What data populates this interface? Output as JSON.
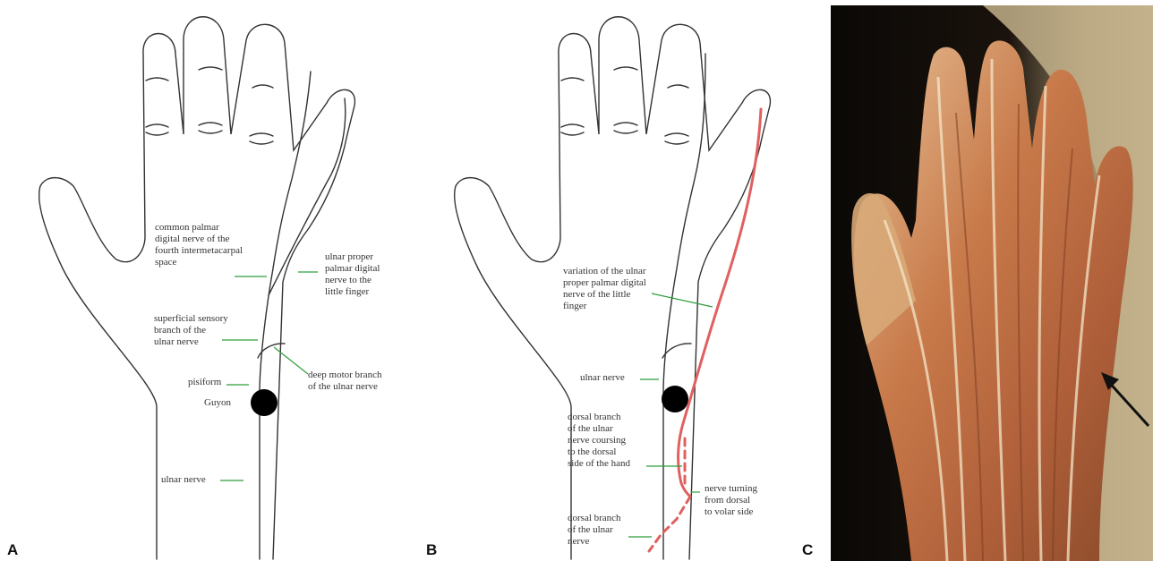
{
  "colors": {
    "outline": "#333333",
    "leader": "#2e9e3a",
    "nerve_variation": "#e06060",
    "pisiform": "#000000",
    "arrow": "#111111"
  },
  "panel_a": {
    "letter": "A",
    "labels": {
      "common_palmar": "common palmar\ndigital nerve of the\nfourth intermetacarpal\nspace",
      "ulnar_proper": "ulnar proper\npalmar digital\nnerve to the\nlittle finger",
      "superficial_sensory": "superficial sensory\nbranch of the\nulnar nerve",
      "deep_motor": "deep motor branch\nof the ulnar nerve",
      "pisiform": "pisiform",
      "guyon": "Guyon",
      "ulnar_nerve": "ulnar nerve"
    }
  },
  "panel_b": {
    "letter": "B",
    "labels": {
      "variation": "variation of the ulnar\nproper palmar digital\nnerve of the little\nfinger",
      "ulnar_nerve": "ulnar nerve",
      "dorsal_coursing": "dorsal branch\nof the ulnar\nnerve coursing\nto the dorsal\nside of the hand",
      "nerve_turning": "nerve turning\nfrom dorsal\nto volar side",
      "dorsal_branch": "dorsal branch\nof the ulnar\nnerve"
    }
  },
  "panel_c": {
    "letter": "C",
    "arrow_icon": "arrow-icon"
  }
}
